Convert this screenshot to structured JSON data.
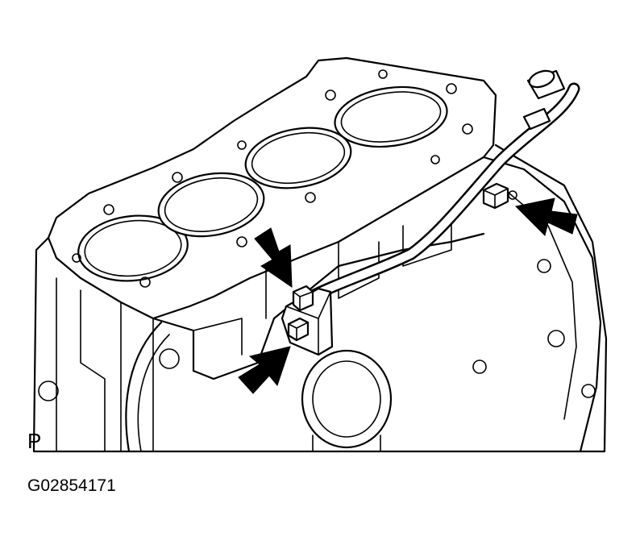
{
  "figure": {
    "view_label": "P",
    "figure_id": "G02854171",
    "arrows": [
      {
        "name": "arrow-upper-bolt"
      },
      {
        "name": "arrow-lower-bolt"
      },
      {
        "name": "arrow-right-bolt"
      }
    ]
  }
}
